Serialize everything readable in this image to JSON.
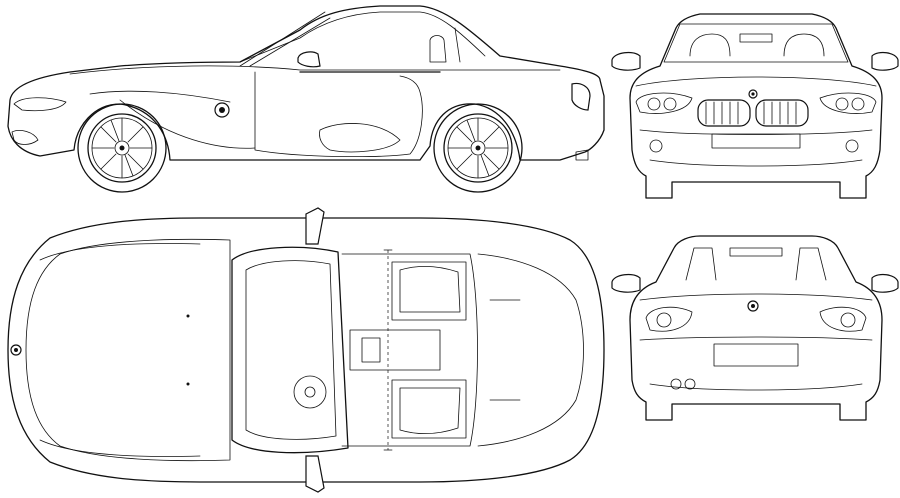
{
  "drawing": {
    "background": "#ffffff",
    "line_color": "#111111",
    "views": [
      {
        "id": "side"
      },
      {
        "id": "front"
      },
      {
        "id": "top"
      },
      {
        "id": "rear"
      }
    ]
  }
}
